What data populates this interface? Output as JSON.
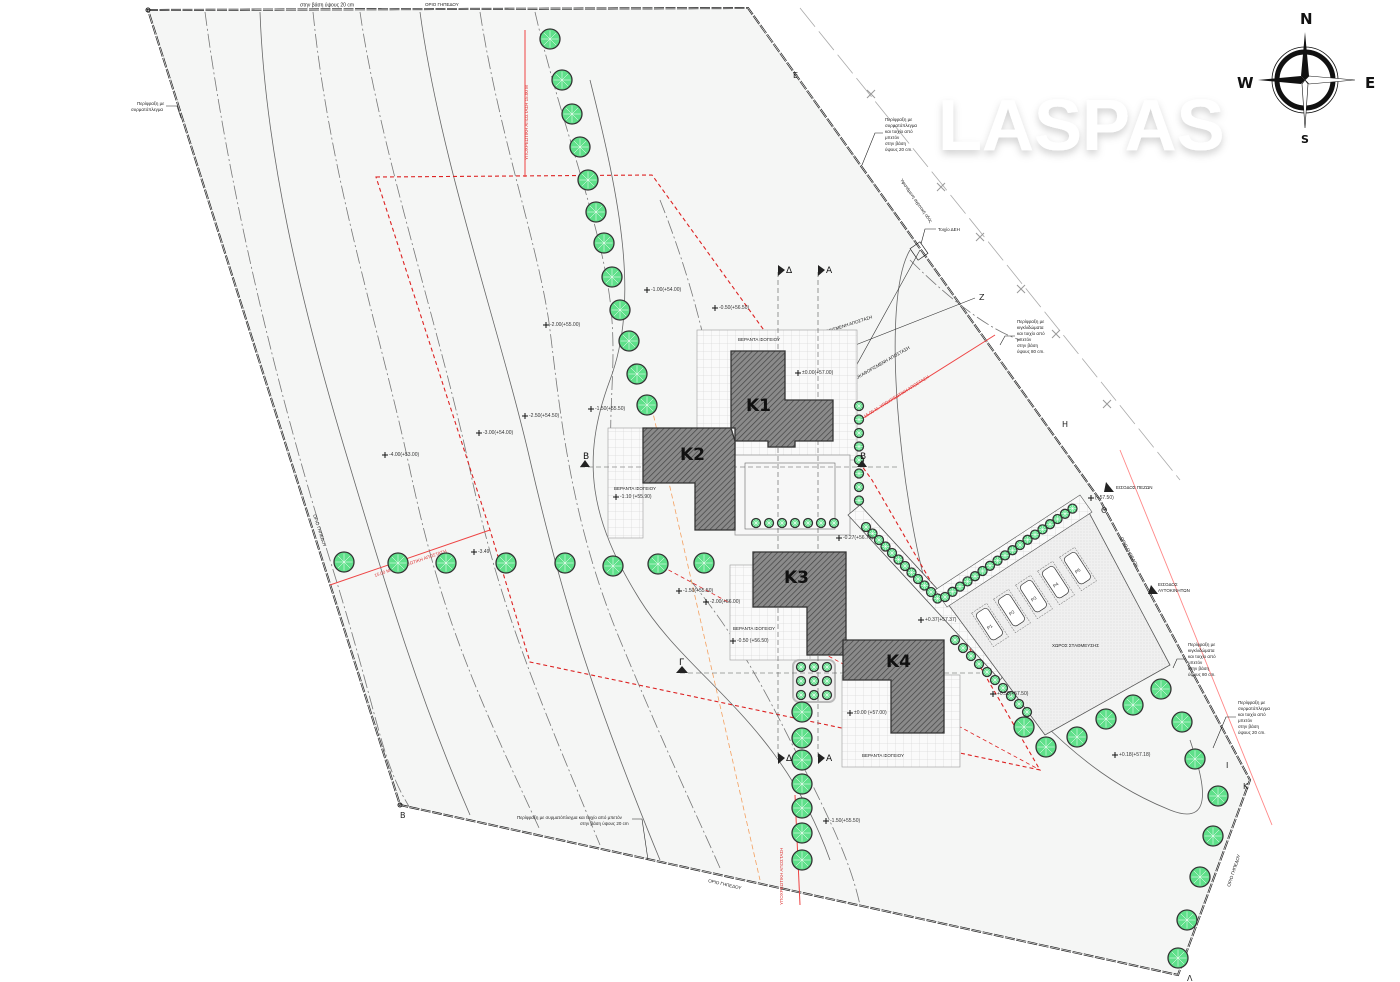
{
  "watermark": "LASPAS",
  "compass": {
    "n": "N",
    "s": "S",
    "e": "E",
    "w": "W"
  },
  "buildings": [
    {
      "label": "K1"
    },
    {
      "label": "K2"
    },
    {
      "label": "K3"
    },
    {
      "label": "K4"
    }
  ],
  "boundary_labels": {
    "top": "ΟΡΙΟ ΓΗΠΕΔΟΥ",
    "left": "ΟΡΙΟ ΓΗΠΕΔΟΥ",
    "bottom": "ΟΡΙΟ ΓΗΠΕΔΟΥ",
    "right_upper": "ΟΡΙΟ ΓΗΠΕΔΟΥ",
    "right_lower": "ΟΡΙΟ ΓΗΠΕΔΟΥ"
  },
  "fence_notes": {
    "top_cut": "στην βάση ύψους 20 cm",
    "left": [
      "Περίφραξη με",
      "συρματόπλεγμα"
    ],
    "northeast": [
      "Περίφραξη με",
      "συρματόπλεγμα",
      "και τοιχίο από",
      "μπετόν",
      "στην βάση",
      "ύψους 20 cm."
    ],
    "east_upper": [
      "Περίφραξη με",
      "κιγκλιδώματα",
      "και τοιχίο από",
      "μπετόν",
      "στην βάση",
      "ύψους 80 cm."
    ],
    "east_middle": [
      "Περίφραξη με",
      "κιγκλιδώματα",
      "και τοιχίο από",
      "μπετόν",
      "στην βάση",
      "ύψους 80 cm."
    ],
    "east_lower": [
      "Περίφραξη με",
      "συρματόπλεγμα",
      "και τοιχίο από",
      "μπετόν",
      "στην βάση",
      "ύψους 20 cm."
    ],
    "bottom": [
      "Περίφραξη με συρματόπλεγμα και τοιχίο από μπετόν",
      "στην βάση ύψους 20 cm"
    ]
  },
  "misc_labels": {
    "dei_wall": "Τοιχίο ΔΕΗ",
    "road": "Υφιστάμενη αγροτική οδός",
    "pedestrian_entrance": "ΕΙΣΟΔΟΣ ΠΕΖΩΝ",
    "car_entrance": [
      "ΕΙΣΟΔΟΣ",
      "ΑΥΤΟΚΙΝΗΤΩΝ"
    ],
    "parking_area": "ΧΩΡΟΣ ΣΤΑΘΜΕΥΣΗΣ",
    "veranda": "ΒΕΡΑΝΤΑ ΙΣΟΓΕΙΟΥ"
  },
  "setback_labels": {
    "north_vertical": "ΥΠΟΧΡΕΩΤΙΚΗ ΑΠΟΣΤΑΣΗ 15.00 Μ",
    "east": "15.00 Μ. ΥΠΟΧΡΕΩΤΙΚΗ ΑΠΟΣΤΑΣΗ",
    "west": "15.00 Μ. ΥΠΟΧΡΕΩΤΙΚΗ ΑΠΟΣΤΑΣΗ",
    "south": "ΥΠΟΧΡΕΩΤΙΚΗ ΑΠΟΣΤΑΣΗ",
    "diag1": "15.00 Μ. ΠΡΟΚΑΘΟΡΙΣΜΕΝΗ ΑΠΟΣΤΑΣΗ",
    "diag2": "15.00 Μ. ΠΡΟΚΑΘΟΡΙΣΜΕΝΗ ΑΠΟΣΤΑΣΗ"
  },
  "boundary_points": {
    "E": "Ε",
    "Z": "Ζ",
    "H": "Η",
    "TH": "Θ",
    "I": "Ι",
    "K": "Κ",
    "L": "Λ",
    "B": "Β"
  },
  "section_markers": {
    "d": "Δ",
    "a": "Α",
    "b": "Β",
    "g": "Γ"
  },
  "elevations": [
    "-1.00(+54.00)",
    "-0.50(+56.50)",
    "-2.00(+55.00)",
    "-1.50(+55.50)",
    "-2.50(+54.50)",
    "-3.00(+54.00)",
    "-4.00(+53.00)",
    "±0.00(+57.00)",
    "-1.10 (+55.90)",
    "-0.27(+56.73)",
    "-1.50(+55.50)",
    "-2.00(+56.00)",
    "-0.50 (+56.50)",
    "+0.37(+57.37)",
    "±0.00 (+57.00)",
    "+0.18(+57.18)",
    "-1.50(+55.50)",
    "(+57.50)",
    "-3.49",
    "+0.50(+57.50)"
  ],
  "parking_spots": [
    "P1",
    "P2",
    "P3",
    "P4",
    "P5"
  ],
  "colors": {
    "tree": "#5fe08a",
    "setback": "#e03030",
    "ground": "#f5f6f5",
    "hatch": "#555555"
  }
}
